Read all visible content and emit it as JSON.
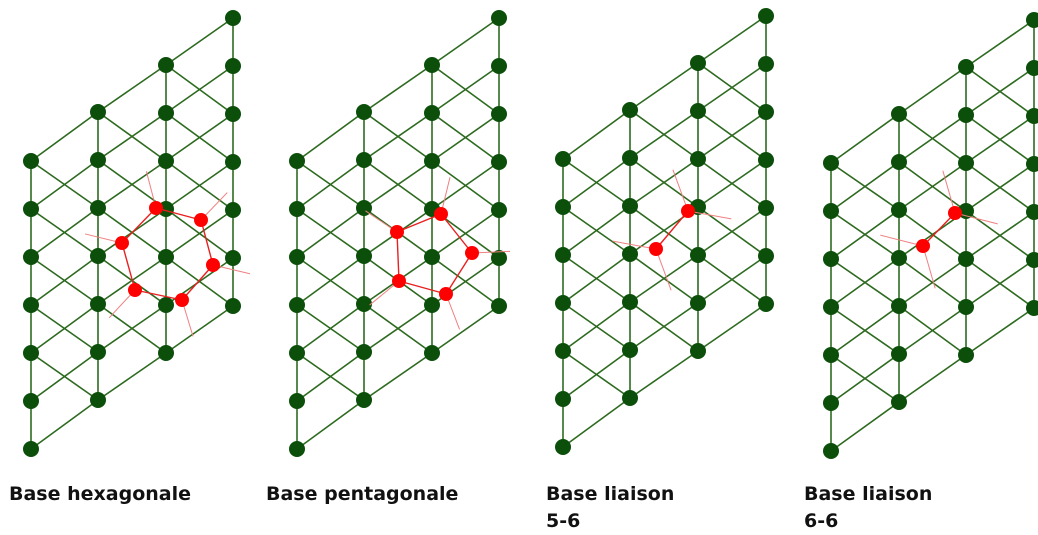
{
  "colors": {
    "lattice_node": "#0b4f0b",
    "lattice_edge": "#2d6a1f",
    "defect_node": "#ff0000",
    "defect_edge": "#e82020",
    "defect_spoke": "#f08080"
  },
  "panels": [
    {
      "caption": "Base hexagonale",
      "defect": "hexagonal ring",
      "defect_atoms": 6
    },
    {
      "caption": "Base pentagonale",
      "defect": "pentagonal ring",
      "defect_atoms": 5
    },
    {
      "caption": "Base liaison\n5-6",
      "defect": "bond",
      "defect_atoms": 2
    },
    {
      "caption": "Base liaison\n6-6",
      "defect": "bond",
      "defect_atoms": 2
    }
  ]
}
